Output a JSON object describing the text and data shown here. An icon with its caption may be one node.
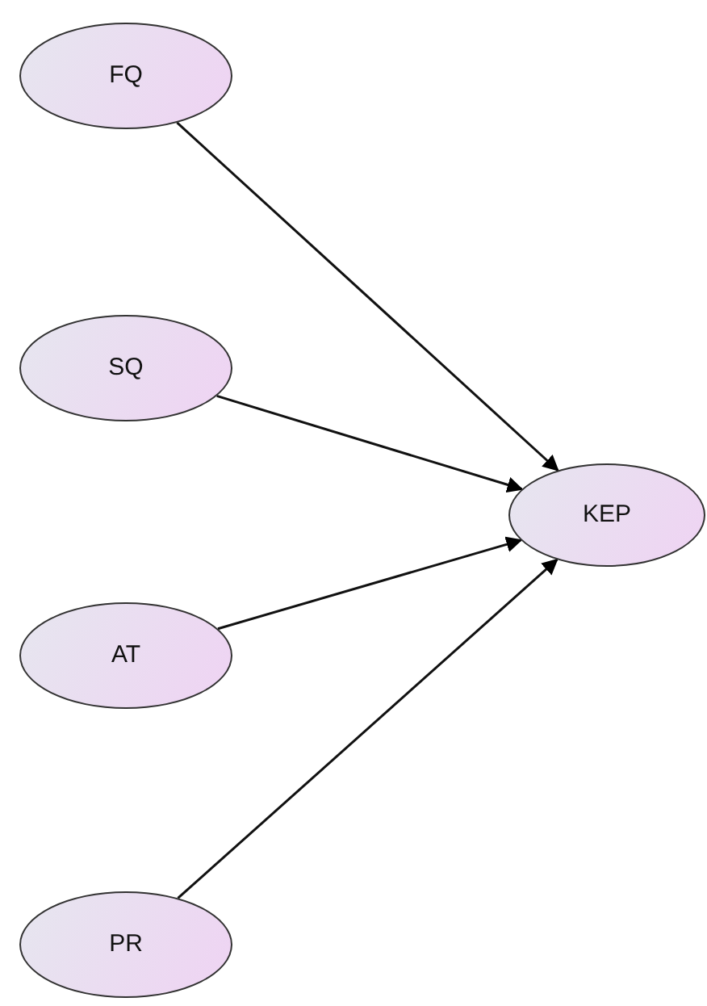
{
  "diagram": {
    "nodes": [
      {
        "text": [
          "FQ"
        ]
      },
      {
        "text": [
          "SQ"
        ]
      },
      {
        "text": [
          "AT"
        ]
      },
      {
        "text": [
          "PR"
        ]
      },
      {
        "text": [
          "KEP"
        ]
      }
    ],
    "edges": [
      {
        "from": 0,
        "to": 4,
        "arrow": "to"
      },
      {
        "from": 1,
        "to": 4,
        "arrow": "to"
      },
      {
        "from": 2,
        "to": 4,
        "arrow": "to"
      },
      {
        "from": 3,
        "to": 4,
        "arrow": "to"
      }
    ]
  }
}
